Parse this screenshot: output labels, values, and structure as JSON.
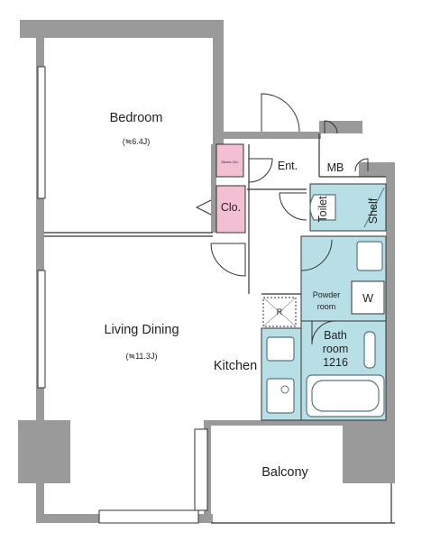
{
  "colors": {
    "wall": "#9a9a9a",
    "wet_area": "#b9dfe6",
    "closet": "#f3bfd3",
    "line": "#333333"
  },
  "rooms": {
    "bedroom": {
      "name": "Bedroom",
      "area": "(≒6.4J)"
    },
    "living_dining": {
      "name": "Living Dining",
      "area": "(≒11.3J)"
    },
    "kitchen": {
      "name": "Kitchen"
    },
    "balcony": {
      "name": "Balcony"
    },
    "entrance": {
      "name": "Ent."
    },
    "meter_box": {
      "name": "MB"
    },
    "closet": {
      "name": "Clo."
    },
    "shoe_closet": {
      "name": "Shoes Clo."
    },
    "toilet": {
      "name": "Toilet"
    },
    "shelf": {
      "name": "Shelf"
    },
    "powder_room": {
      "line1": "Powder",
      "line2": "room"
    },
    "washer": {
      "name": "W"
    },
    "bathroom": {
      "line1": "Bath",
      "line2": "room",
      "line3": "1216"
    },
    "refrigerator": {
      "name": "R"
    }
  }
}
